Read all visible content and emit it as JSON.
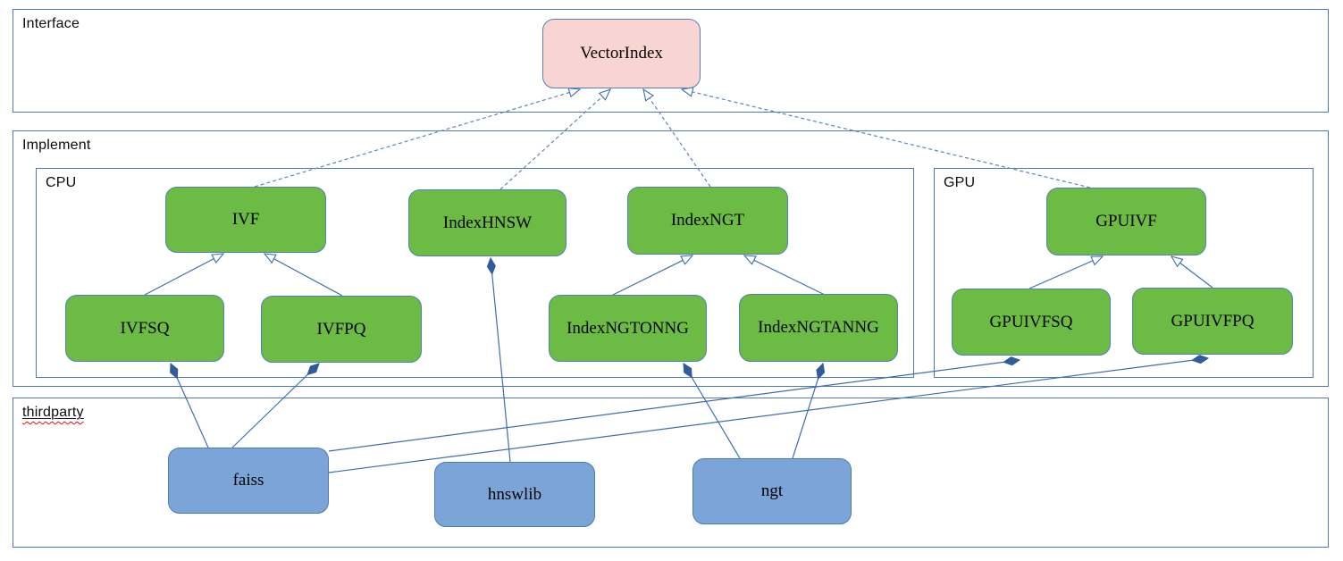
{
  "diagram": {
    "sections": {
      "interface": {
        "label": "Interface"
      },
      "implement": {
        "label": "Implement"
      },
      "cpu": {
        "label": "CPU"
      },
      "gpu": {
        "label": "GPU"
      },
      "thirdparty": {
        "label": "thirdparty",
        "has_spellcheck_squiggle": true
      }
    },
    "nodes": {
      "vectorindex": {
        "label": "VectorIndex",
        "kind": "interface"
      },
      "ivf": {
        "label": "IVF",
        "kind": "cpu-class"
      },
      "indexhnsw": {
        "label": "IndexHNSW",
        "kind": "cpu-class"
      },
      "indexngt": {
        "label": "IndexNGT",
        "kind": "cpu-class"
      },
      "ivfsq": {
        "label": "IVFSQ",
        "kind": "cpu-class"
      },
      "ivfpq": {
        "label": "IVFPQ",
        "kind": "cpu-class"
      },
      "indexngtonng": {
        "label": "IndexNGTONNG",
        "kind": "cpu-class"
      },
      "indexngtanng": {
        "label": "IndexNGTANNG",
        "kind": "cpu-class"
      },
      "gpuivf": {
        "label": "GPUIVF",
        "kind": "gpu-class"
      },
      "gpuivfsq": {
        "label": "GPUIVFSQ",
        "kind": "gpu-class"
      },
      "gpuivfpq": {
        "label": "GPUIVFPQ",
        "kind": "gpu-class"
      },
      "faiss": {
        "label": "faiss",
        "kind": "thirdparty-lib"
      },
      "hnswlib": {
        "label": "hnswlib",
        "kind": "thirdparty-lib"
      },
      "ngt": {
        "label": "ngt",
        "kind": "thirdparty-lib"
      }
    },
    "edges": [
      {
        "from": "IVF",
        "to": "VectorIndex",
        "type": "realization-dashed-hollow-arrow"
      },
      {
        "from": "IndexHNSW",
        "to": "VectorIndex",
        "type": "realization-dashed-hollow-arrow"
      },
      {
        "from": "IndexNGT",
        "to": "VectorIndex",
        "type": "realization-dashed-hollow-arrow"
      },
      {
        "from": "GPUIVF",
        "to": "VectorIndex",
        "type": "realization-dashed-hollow-arrow"
      },
      {
        "from": "IVFSQ",
        "to": "IVF",
        "type": "generalization-hollow-arrow"
      },
      {
        "from": "IVFPQ",
        "to": "IVF",
        "type": "generalization-hollow-arrow"
      },
      {
        "from": "IndexNGTONNG",
        "to": "IndexNGT",
        "type": "generalization-hollow-arrow"
      },
      {
        "from": "IndexNGTANNG",
        "to": "IndexNGT",
        "type": "generalization-hollow-arrow"
      },
      {
        "from": "GPUIVFSQ",
        "to": "GPUIVF",
        "type": "generalization-hollow-arrow"
      },
      {
        "from": "GPUIVFPQ",
        "to": "GPUIVF",
        "type": "generalization-hollow-arrow"
      },
      {
        "from": "faiss",
        "to": "IVFSQ",
        "type": "composition-filled-diamond"
      },
      {
        "from": "faiss",
        "to": "IVFPQ",
        "type": "composition-filled-diamond"
      },
      {
        "from": "faiss",
        "to": "GPUIVFSQ",
        "type": "composition-filled-diamond"
      },
      {
        "from": "faiss",
        "to": "GPUIVFPQ",
        "type": "composition-filled-diamond"
      },
      {
        "from": "hnswlib",
        "to": "IndexHNSW",
        "type": "composition-filled-diamond"
      },
      {
        "from": "ngt",
        "to": "IndexNGTONNG",
        "type": "composition-filled-diamond"
      },
      {
        "from": "ngt",
        "to": "IndexNGTANNG",
        "type": "composition-filled-diamond"
      }
    ],
    "colors": {
      "interface_node_fill": "#f8d5d2",
      "implement_node_fill": "#6cbb44",
      "thirdparty_node_fill": "#7aa5d6",
      "container_border": "#4d79b5",
      "connector_line": "#3e6daf",
      "dashed_line": "#5b84bd",
      "diamond_fill": "#2e5c9c",
      "spellcheck_squiggle": "#e01212",
      "text": "#000000"
    }
  }
}
